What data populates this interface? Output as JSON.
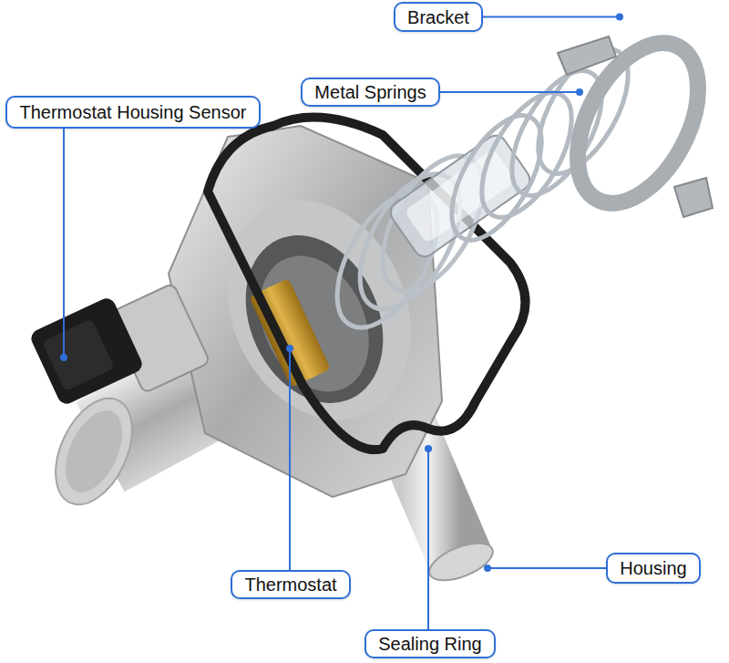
{
  "diagram": {
    "nodes": [
      {
        "text": [
          "Bracket"
        ]
      },
      {
        "text": [
          "Metal Springs"
        ]
      },
      {
        "text": [
          "Thermostat Housing Sensor"
        ]
      },
      {
        "text": [
          "Housing"
        ]
      },
      {
        "text": [
          "Thermostat"
        ]
      },
      {
        "text": [
          "Sealing Ring"
        ]
      }
    ]
  }
}
